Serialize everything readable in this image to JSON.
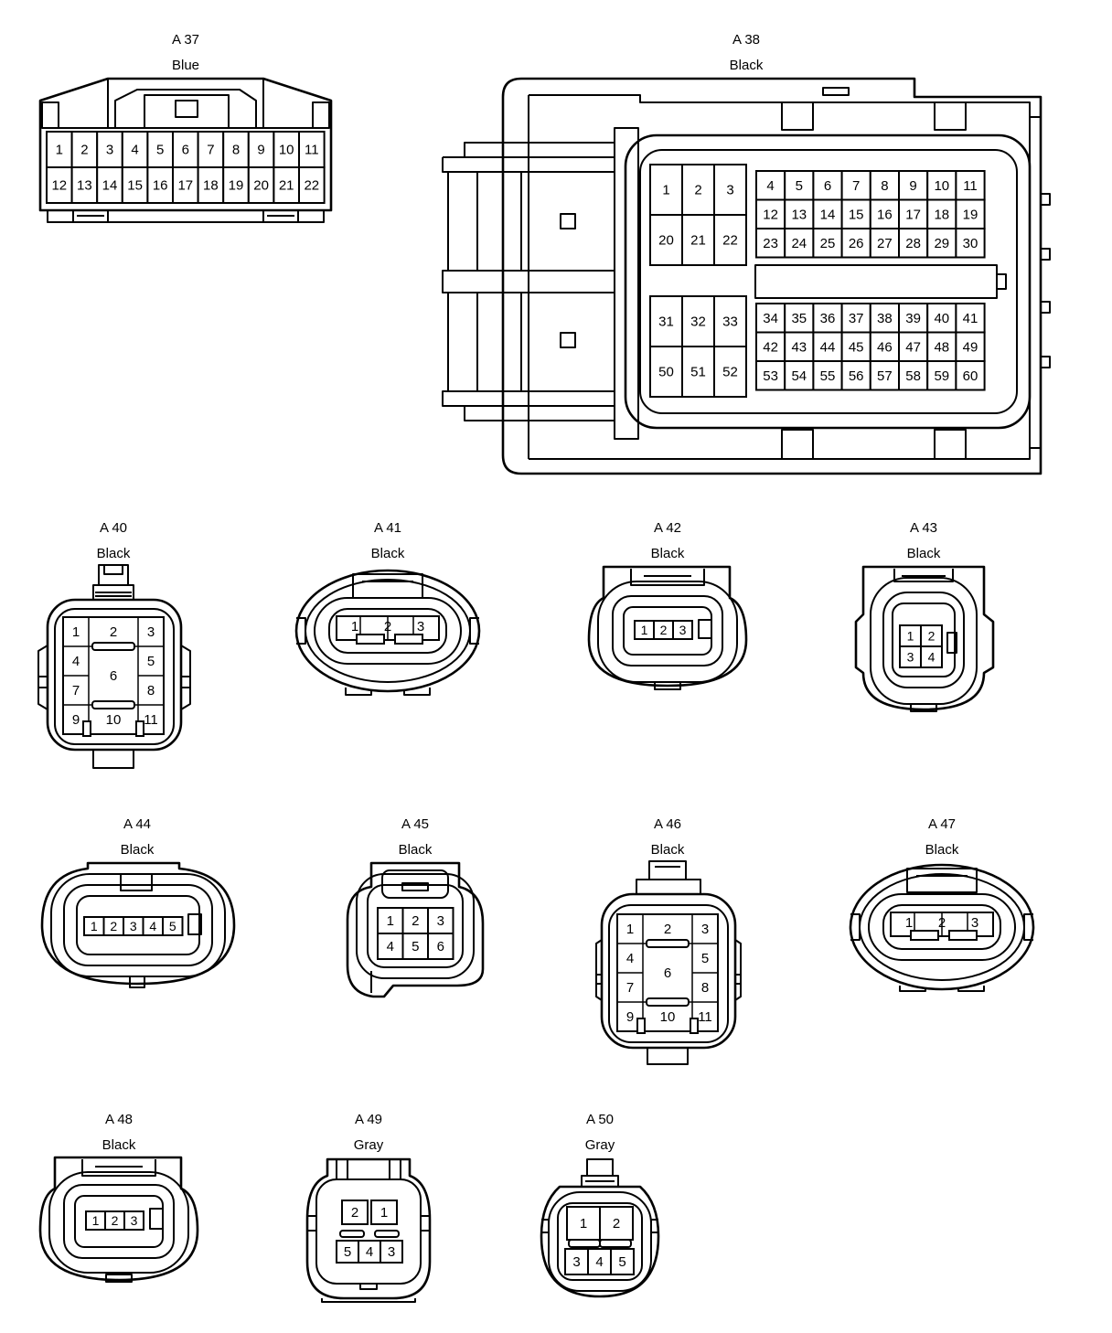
{
  "connectors": [
    {
      "id": "A 37",
      "color": "Blue",
      "pins": [
        "1",
        "2",
        "3",
        "4",
        "5",
        "6",
        "7",
        "8",
        "9",
        "10",
        "11",
        "12",
        "13",
        "14",
        "15",
        "16",
        "17",
        "18",
        "19",
        "20",
        "21",
        "22"
      ]
    },
    {
      "id": "A 38",
      "color": "Black",
      "pins": [
        "1",
        "2",
        "3",
        "20",
        "21",
        "22",
        "31",
        "32",
        "33",
        "50",
        "51",
        "52",
        "4",
        "5",
        "6",
        "7",
        "8",
        "9",
        "10",
        "11",
        "12",
        "13",
        "14",
        "15",
        "16",
        "17",
        "18",
        "19",
        "23",
        "24",
        "25",
        "26",
        "27",
        "28",
        "29",
        "30",
        "34",
        "35",
        "36",
        "37",
        "38",
        "39",
        "40",
        "41",
        "42",
        "43",
        "44",
        "45",
        "46",
        "47",
        "48",
        "49",
        "53",
        "54",
        "55",
        "56",
        "57",
        "58",
        "59",
        "60"
      ]
    },
    {
      "id": "A 40",
      "color": "Black",
      "pins": [
        "1",
        "2",
        "3",
        "4",
        "5",
        "6",
        "7",
        "8",
        "9",
        "10",
        "11"
      ]
    },
    {
      "id": "A 41",
      "color": "Black",
      "pins": [
        "1",
        "2",
        "3"
      ]
    },
    {
      "id": "A 42",
      "color": "Black",
      "pins": [
        "1",
        "2",
        "3"
      ]
    },
    {
      "id": "A 43",
      "color": "Black",
      "pins": [
        "1",
        "2",
        "3",
        "4"
      ]
    },
    {
      "id": "A 44",
      "color": "Black",
      "pins": [
        "1",
        "2",
        "3",
        "4",
        "5"
      ]
    },
    {
      "id": "A 45",
      "color": "Black",
      "pins": [
        "1",
        "2",
        "3",
        "4",
        "5",
        "6"
      ]
    },
    {
      "id": "A 46",
      "color": "Black",
      "pins": [
        "1",
        "2",
        "3",
        "4",
        "5",
        "6",
        "7",
        "8",
        "9",
        "10",
        "11"
      ]
    },
    {
      "id": "A 47",
      "color": "Black",
      "pins": [
        "1",
        "2",
        "3"
      ]
    },
    {
      "id": "A 48",
      "color": "Black",
      "pins": [
        "1",
        "2",
        "3"
      ]
    },
    {
      "id": "A 49",
      "color": "Gray",
      "pins": [
        "2",
        "1",
        "5",
        "4",
        "3"
      ]
    },
    {
      "id": "A 50",
      "color": "Gray",
      "pins": [
        "1",
        "2",
        "3",
        "4",
        "5"
      ]
    }
  ]
}
